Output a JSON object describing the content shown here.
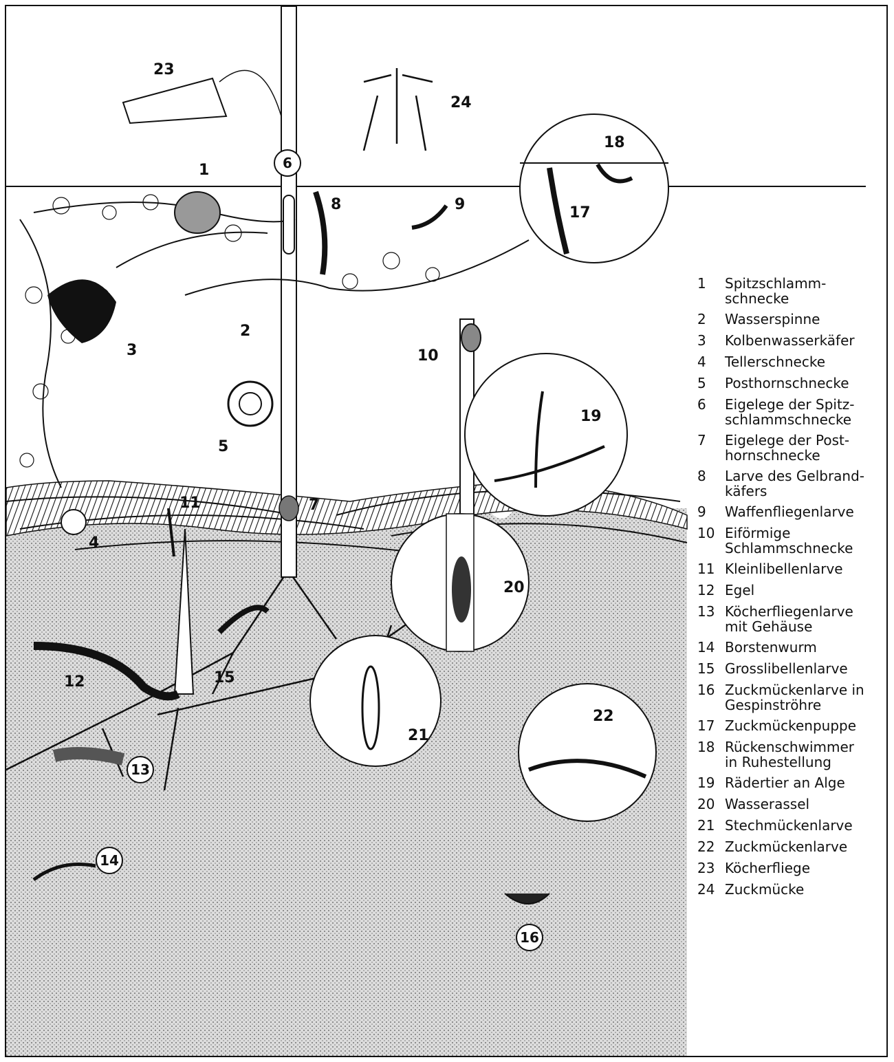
{
  "colors": {
    "ink": "#111111",
    "paper": "#ffffff",
    "sediment": "#c9c9c9"
  },
  "markers": [
    {
      "id": "1",
      "text": "1"
    },
    {
      "id": "2",
      "text": "2"
    },
    {
      "id": "3",
      "text": "3"
    },
    {
      "id": "4",
      "text": "4"
    },
    {
      "id": "5",
      "text": "5"
    },
    {
      "id": "6",
      "text": "6"
    },
    {
      "id": "7",
      "text": "7"
    },
    {
      "id": "8",
      "text": "8"
    },
    {
      "id": "9",
      "text": "9"
    },
    {
      "id": "10",
      "text": "10"
    },
    {
      "id": "11",
      "text": "11"
    },
    {
      "id": "12",
      "text": "12"
    },
    {
      "id": "13",
      "text": "13"
    },
    {
      "id": "14",
      "text": "14"
    },
    {
      "id": "15",
      "text": "15"
    },
    {
      "id": "16",
      "text": "16"
    },
    {
      "id": "17",
      "text": "17"
    },
    {
      "id": "18",
      "text": "18"
    },
    {
      "id": "19",
      "text": "19"
    },
    {
      "id": "20",
      "text": "20"
    },
    {
      "id": "21",
      "text": "21"
    },
    {
      "id": "22",
      "text": "22"
    },
    {
      "id": "23",
      "text": "23"
    },
    {
      "id": "24",
      "text": "24"
    }
  ],
  "legend": [
    {
      "num": "1",
      "label": "Spitzschlamm-\nschnecke"
    },
    {
      "num": "2",
      "label": "Wasserspinne"
    },
    {
      "num": "3",
      "label": "Kolbenwasserkäfer"
    },
    {
      "num": "4",
      "label": "Tellerschnecke"
    },
    {
      "num": "5",
      "label": "Posthornschnecke"
    },
    {
      "num": "6",
      "label": "Eigelege der Spitz-\nschlammschnecke"
    },
    {
      "num": "7",
      "label": "Eigelege der Post-\nhornschnecke"
    },
    {
      "num": "8",
      "label": "Larve des Gelbrand-\nkäfers"
    },
    {
      "num": "9",
      "label": "Waffenfliegenlarve"
    },
    {
      "num": "10",
      "label": "Eiförmige\nSchlammschnecke"
    },
    {
      "num": "11",
      "label": "Kleinlibellenlarve"
    },
    {
      "num": "12",
      "label": "Egel"
    },
    {
      "num": "13",
      "label": "Köcherfliegenlarve\nmit Gehäuse"
    },
    {
      "num": "14",
      "label": "Borstenwurm"
    },
    {
      "num": "15",
      "label": "Grosslibellenlarve"
    },
    {
      "num": "16",
      "label": "Zuckmückenlarve in\nGespinströhre"
    },
    {
      "num": "17",
      "label": "Zuckmückenpuppe"
    },
    {
      "num": "18",
      "label": "Rückenschwimmer\nin Ruhestellung"
    },
    {
      "num": "19",
      "label": "Rädertier an Alge"
    },
    {
      "num": "20",
      "label": "Wasserassel"
    },
    {
      "num": "21",
      "label": "Stechmückenlarve"
    },
    {
      "num": "22",
      "label": "Zuckmückenlarve"
    },
    {
      "num": "23",
      "label": "Köcherfliege"
    },
    {
      "num": "24",
      "label": "Zuckmücke"
    }
  ]
}
